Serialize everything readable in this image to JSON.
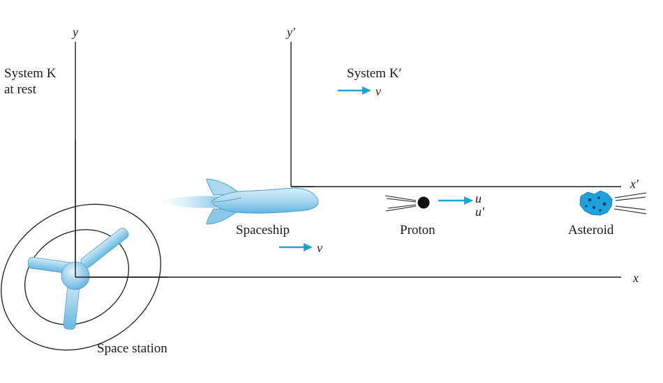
{
  "axes": {
    "y_label": "y",
    "y_prime_label": "y′",
    "x_label": "x",
    "x_prime_label": "x′"
  },
  "frames": {
    "rest": {
      "line1": "System K",
      "line2": "at rest"
    },
    "moving": {
      "label": "System K′",
      "velocity_symbol": "v⃗"
    }
  },
  "objects": {
    "spaceship": {
      "label": "Spaceship",
      "velocity_symbol": "v⃗"
    },
    "proton": {
      "label": "Proton",
      "speed_label": "u",
      "speed_prime_label": "u′"
    },
    "asteroid": {
      "label": "Asteroid"
    },
    "station": {
      "label": "Space station"
    }
  },
  "colors": {
    "arrow": "#1aa3dd",
    "ship_body": "#a9daf0",
    "ship_shade": "#5fb6e0",
    "station": "#8fcbe8",
    "asteroid": "#1ea1dc",
    "line": "#1a1a1a"
  }
}
